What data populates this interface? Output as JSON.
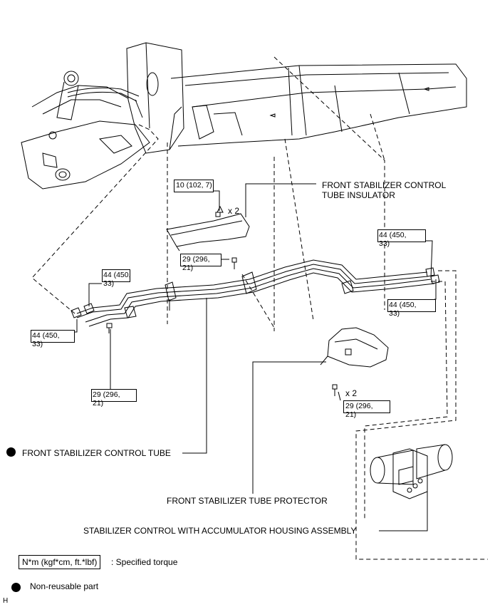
{
  "torque": {
    "t1": {
      "line1": "10 (102, 7)",
      "line2": ""
    },
    "t2": {
      "line1": "29 (296,",
      "line2": "21)"
    },
    "t3": {
      "line1": "44 (450,",
      "line2": "33)"
    },
    "t4": {
      "line1": "44 (450,",
      "line2": "33)"
    },
    "t5": {
      "line1": "29 (296,",
      "line2": "21)"
    },
    "t6": {
      "line1": "44 (450,",
      "line2": "33)"
    },
    "t7": {
      "line1": "44 (450,",
      "line2": "33)"
    },
    "t8": {
      "line1": "29 (296,",
      "line2": "21)"
    }
  },
  "qty": {
    "insulator_bolts": "x 2",
    "protector_bolts": "x 2"
  },
  "parts": {
    "insulator_line1": "FRONT STABILIZER CONTROL",
    "insulator_line2": "TUBE INSULATOR",
    "tube": "FRONT STABILIZER CONTROL TUBE",
    "protector": "FRONT STABILIZER TUBE PROTECTOR",
    "housing": "STABILIZER CONTROL WITH ACCUMULATOR HOUSING ASSEMBLY"
  },
  "legend": {
    "torque_unit": "N*m (kgf*cm, ft.*lbf)",
    "torque_desc": ": Specified torque",
    "nonreusable_desc": "Non-reusable part"
  },
  "footer": {
    "code": "H"
  }
}
